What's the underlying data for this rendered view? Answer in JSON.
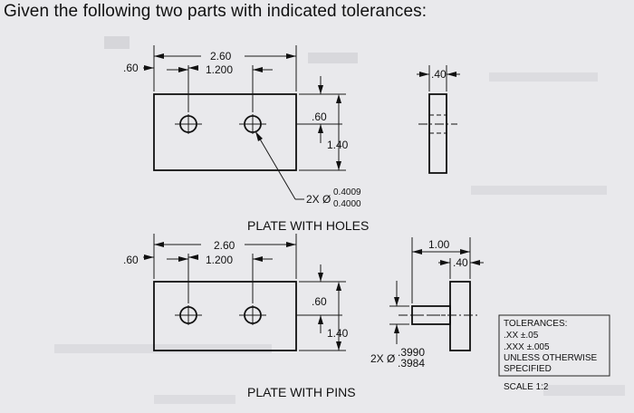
{
  "question": "Given the following two parts with indicated tolerances:",
  "plate_holes": {
    "title": "PLATE WITH HOLES",
    "overall_length": "2.60",
    "hole_spacing": "1.200",
    "left_offset": ".60",
    "top_offset": ".60",
    "height": "1.40",
    "thickness": ".40",
    "hole_callout_prefix": "2X Ø",
    "hole_upper": "0.4009",
    "hole_lower": "0.4000"
  },
  "plate_pins": {
    "title": "PLATE WITH PINS",
    "overall_length": "2.60",
    "pin_spacing": "1.200",
    "left_offset": ".60",
    "top_offset": ".60",
    "height": "1.40",
    "pin_length": "1.00",
    "thickness": ".40",
    "pin_callout_prefix": "2X Ø",
    "pin_upper": ".3990",
    "pin_lower": ".3984"
  },
  "tolerance_block": {
    "title": "TOLERANCES:",
    "line1": ".XX   ±.05",
    "line2": ".XXX  ±.005",
    "line3": "UNLESS OTHERWISE",
    "line4": "SPECIFIED"
  },
  "scale": "SCALE 1:2"
}
